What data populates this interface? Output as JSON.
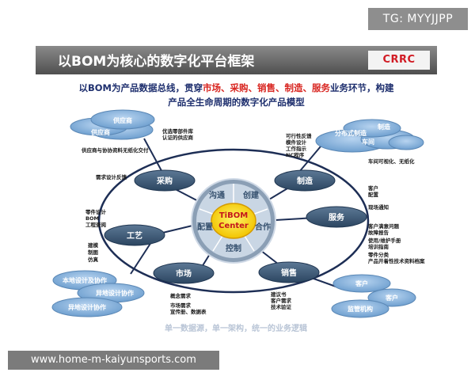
{
  "watermark_top": "TG: MYYJJPP",
  "watermark_bottom": "www.home-m-kaiyunsports.com",
  "slide": {
    "title": "以BOM为核心的数字化平台框架",
    "logo": "CRRC",
    "intro": {
      "p1": "以BOM为产品数据总线，贯穿",
      "red": "市场、采购、销售、制造、服务",
      "p2": "业务环节，构建",
      "line2": "产品全生命周期的数字化产品模型"
    },
    "center": {
      "title": "TiBOM",
      "subtitle": "Center"
    },
    "ring_words": [
      "沟通",
      "创建",
      "配置",
      "合作",
      "控制"
    ],
    "nodes": [
      "采购",
      "制造",
      "服务",
      "工艺",
      "市场",
      "销售"
    ],
    "blobs": {
      "supplier": [
        "供应商",
        "供应商"
      ],
      "manufacture": [
        "分布式制造",
        "车间",
        "制造"
      ],
      "design": [
        "本地设计及协作",
        "异地设计协作",
        "异地设计协作"
      ],
      "customer": [
        "客户",
        "客户",
        "监管机构"
      ]
    },
    "notes": {
      "supplier_right": [
        "优选零部件库",
        "认证的供应商"
      ],
      "supplier_bottom": "供应商与协协资料无纸化交付",
      "purchase_req": "需求设计反馈",
      "manufacture_left": [
        "可行性反馈",
        "模件设计",
        "工作指示",
        "NC程序"
      ],
      "manufacture_right": "车间可视化、无纸化",
      "service_top": [
        "客户",
        "配置",
        "",
        "现场通知"
      ],
      "service_right": [
        "客户满意问题",
        "故障报告",
        "使用/维护手册",
        "培训指南",
        "零件分类",
        "产品开着性技术资料档案"
      ],
      "process_left": [
        "零件设计",
        "BOM",
        "工程查阅"
      ],
      "process_bottom": [
        "建模",
        "制图",
        "仿真"
      ],
      "market_left": [
        "概念需求",
        "",
        "市场需求",
        "宣传册、数据表"
      ],
      "sales_mid": [
        "建议书",
        "客户需求",
        "技术验证"
      ],
      "footer": "单一数据源，单一架构，统一的业务逻辑"
    }
  }
}
